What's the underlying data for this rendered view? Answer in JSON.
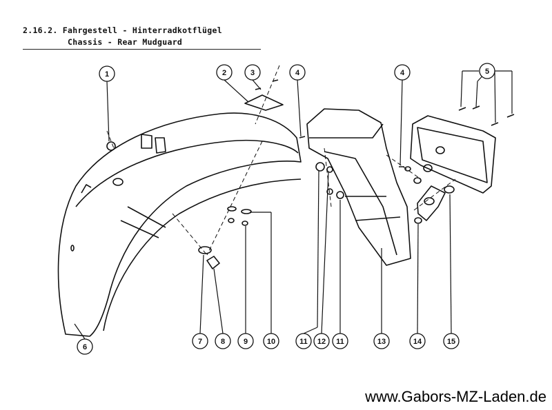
{
  "header": {
    "title_de": "2.16.2. Fahrgestell - Hinterradkotflügel",
    "title_en": "Chassis - Rear Mudguard"
  },
  "callouts": [
    "1",
    "2",
    "3",
    "4",
    "4",
    "5",
    "6",
    "7",
    "8",
    "9",
    "10",
    "11",
    "12",
    "11",
    "13",
    "14",
    "15"
  ],
  "footer": {
    "website": "www.Gabors-MZ-Laden.de"
  }
}
